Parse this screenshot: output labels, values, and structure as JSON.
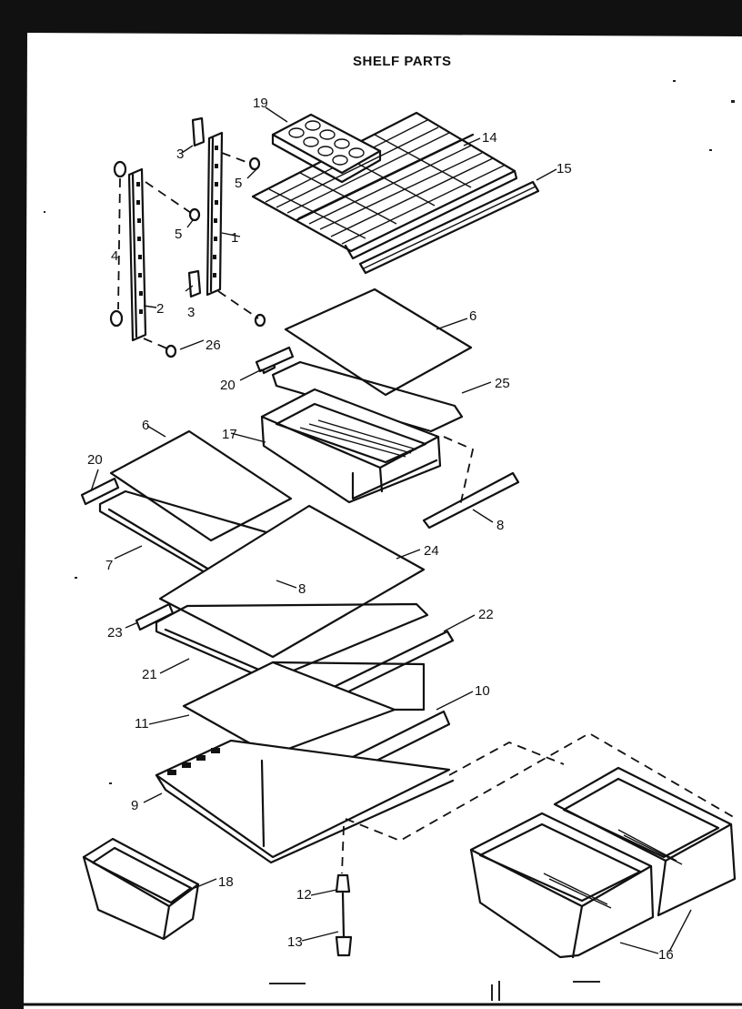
{
  "diagram": {
    "title": "SHELF PARTS",
    "callouts": {
      "c1": "1",
      "c2": "2",
      "c3a": "3",
      "c3b": "3",
      "c4": "4",
      "c5a": "5",
      "c5b": "5",
      "c6a": "6",
      "c6b": "6",
      "c7": "7",
      "c8a": "8",
      "c8b": "8",
      "c9": "9",
      "c10": "10",
      "c11": "11",
      "c12": "12",
      "c13": "13",
      "c14": "14",
      "c15": "15",
      "c16": "16",
      "c17": "17",
      "c18": "18",
      "c19": "19",
      "c20a": "20",
      "c20b": "20",
      "c21": "21",
      "c22": "22",
      "c23": "23",
      "c24": "24",
      "c25": "25",
      "c26": "26"
    }
  }
}
